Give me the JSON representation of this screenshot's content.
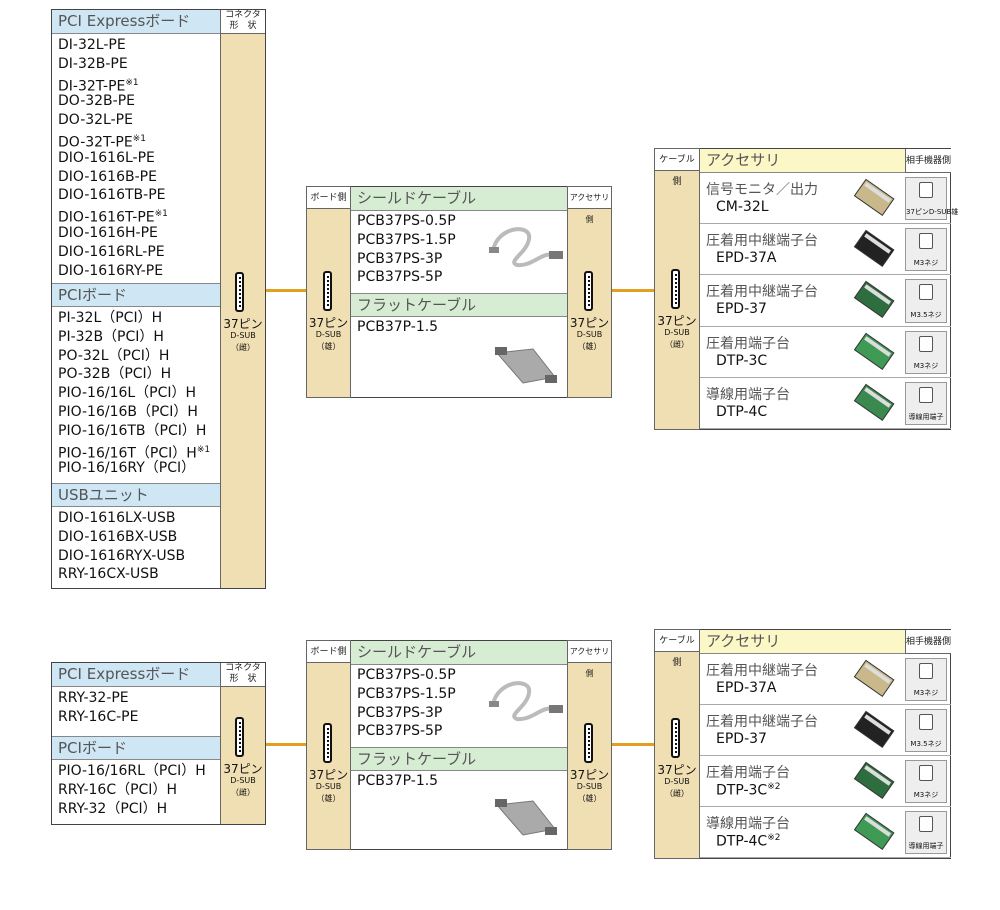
{
  "top": {
    "boards": {
      "pcie_title": "PCI Expressボード",
      "connector_header": "コネクタ\n形　状",
      "pcie": [
        "DI-32L-PE",
        "DI-32B-PE",
        "DI-32T-PE ※1",
        "DO-32B-PE",
        "DO-32L-PE",
        "DO-32T-PE ※1",
        "DIO-1616L-PE",
        "DIO-1616B-PE",
        "DIO-1616TB-PE",
        "DIO-1616T-PE ※1",
        "DIO-1616H-PE",
        "DIO-1616RL-PE",
        "DIO-1616RY-PE"
      ],
      "pci_title": "PCIボード",
      "pci": [
        "PI-32L（PCI）H",
        "PI-32B（PCI）H",
        "PO-32L（PCI）H",
        "PO-32B（PCI）H",
        "PIO-16/16L（PCI）H",
        "PIO-16/16B（PCI）H",
        "PIO-16/16TB（PCI）H",
        "PIO-16/16T（PCI）H※1",
        "PIO-16/16RY（PCI）"
      ],
      "usb_title": "USBユニット",
      "usb": [
        "DIO-1616LX-USB",
        "DIO-1616BX-USB",
        "DIO-1616RYX-USB",
        "RRY-16CX-USB"
      ],
      "pin": "37ピン",
      "dsub": "D-SUB",
      "orient": "（雌）"
    },
    "cables": {
      "board_side": "ボード側",
      "shield_title": "シールドケーブル",
      "acc_side": "アクセサリ側",
      "shield": [
        "PCB37PS-0.5P",
        "PCB37PS-1.5P",
        "PCB37PS-3P",
        "PCB37PS-5P"
      ],
      "flat_title": "フラットケーブル",
      "flat": [
        "PCB37P-1.5"
      ],
      "pin": "37ピン",
      "dsub": "D-SUB",
      "orient": "（雄）"
    },
    "accessories": {
      "cable_side": "ケーブル側",
      "title": "アクセサリ",
      "partner": "相手機器側",
      "pin": "37ピン",
      "dsub": "D-SUB",
      "orient": "（雌）",
      "items": [
        {
          "name": "信号モニタ／出力",
          "model": "CM-32L",
          "partner": "37ピンD-SUB雄"
        },
        {
          "name": "圧着用中継端子台",
          "model": "EPD-37A",
          "partner": "M3ネジ"
        },
        {
          "name": "圧着用中継端子台",
          "model": "EPD-37",
          "partner": "M3.5ネジ"
        },
        {
          "name": "圧着用端子台",
          "model": "DTP-3C",
          "partner": "M3ネジ"
        },
        {
          "name": "導線用端子台",
          "model": "DTP-4C",
          "partner": "導線用端子"
        }
      ]
    }
  },
  "bottom": {
    "boards": {
      "pcie_title": "PCI Expressボード",
      "connector_header": "コネクタ\n形　状",
      "pcie": [
        "RRY-32-PE",
        "RRY-16C-PE"
      ],
      "pci_title": "PCIボード",
      "pci": [
        "PIO-16/16RL（PCI）H",
        "RRY-16C（PCI）H",
        "RRY-32（PCI）H"
      ],
      "pin": "37ピン",
      "dsub": "D-SUB",
      "orient": "（雌）"
    },
    "cables": {
      "board_side": "ボード側",
      "shield_title": "シールドケーブル",
      "acc_side": "アクセサリ側",
      "shield": [
        "PCB37PS-0.5P",
        "PCB37PS-1.5P",
        "PCB37PS-3P",
        "PCB37PS-5P"
      ],
      "flat_title": "フラットケーブル",
      "flat": [
        "PCB37P-1.5"
      ],
      "pin": "37ピン",
      "dsub": "D-SUB",
      "orient": "（雄）"
    },
    "accessories": {
      "cable_side": "ケーブル側",
      "title": "アクセサリ",
      "partner": "相手機器側",
      "pin": "37ピン",
      "dsub": "D-SUB",
      "orient": "（雌）",
      "items": [
        {
          "name": "圧着用中継端子台",
          "model": "EPD-37A",
          "partner": "M3ネジ"
        },
        {
          "name": "圧着用中継端子台",
          "model": "EPD-37",
          "partner": "M3.5ネジ"
        },
        {
          "name": "圧着用端子台",
          "model": "DTP-3C※2",
          "partner": "M3ネジ"
        },
        {
          "name": "導線用端子台",
          "model": "DTP-4C※2",
          "partner": "導線用端子"
        }
      ]
    }
  },
  "colors": {
    "line": "#e3a020",
    "pcie_header": "#cfe6f4",
    "flat_header": "#d6ecd3",
    "acc_header": "#fcf7c6",
    "connector_col": "#f1dfb4"
  }
}
